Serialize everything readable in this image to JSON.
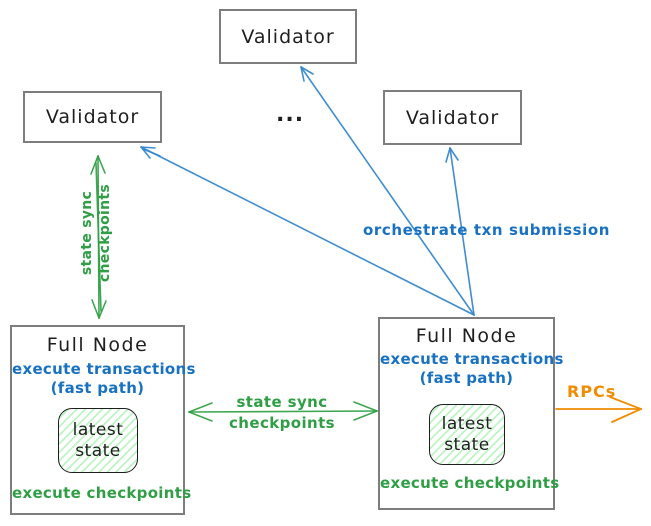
{
  "validators": {
    "top": {
      "label": "Validator"
    },
    "left": {
      "label": "Validator"
    },
    "right": {
      "label": "Validator"
    }
  },
  "ellipsis": "...",
  "full_nodes": {
    "left": {
      "title": "Full Node",
      "exec_txn": "execute transactions",
      "fast_path": "(fast path)",
      "state_line1": "latest",
      "state_line2": "state",
      "exec_ckpt": "execute checkpoints"
    },
    "right": {
      "title": "Full Node",
      "exec_txn": "execute transactions",
      "fast_path": "(fast path)",
      "state_line1": "latest",
      "state_line2": "state",
      "exec_ckpt": "execute checkpoints"
    }
  },
  "edges": {
    "state_sync_vertical": {
      "line1": "state sync",
      "line2": "checkpoints",
      "color": "#2f9e44"
    },
    "state_sync_horizontal": {
      "line1": "state sync",
      "line2": "checkpoints",
      "color": "#2f9e44"
    },
    "orchestrate": {
      "label": "orchestrate txn submission",
      "color": "#1971c2"
    },
    "rpcs": {
      "label": "RPCs",
      "color": "#f08c00"
    }
  },
  "colors": {
    "ink": "#1e1e1e",
    "box_border": "#7d7d7d",
    "blue": "#1971c2",
    "green": "#2f9e44",
    "orange": "#f08c00",
    "state_fill": "#b2f2bb"
  }
}
